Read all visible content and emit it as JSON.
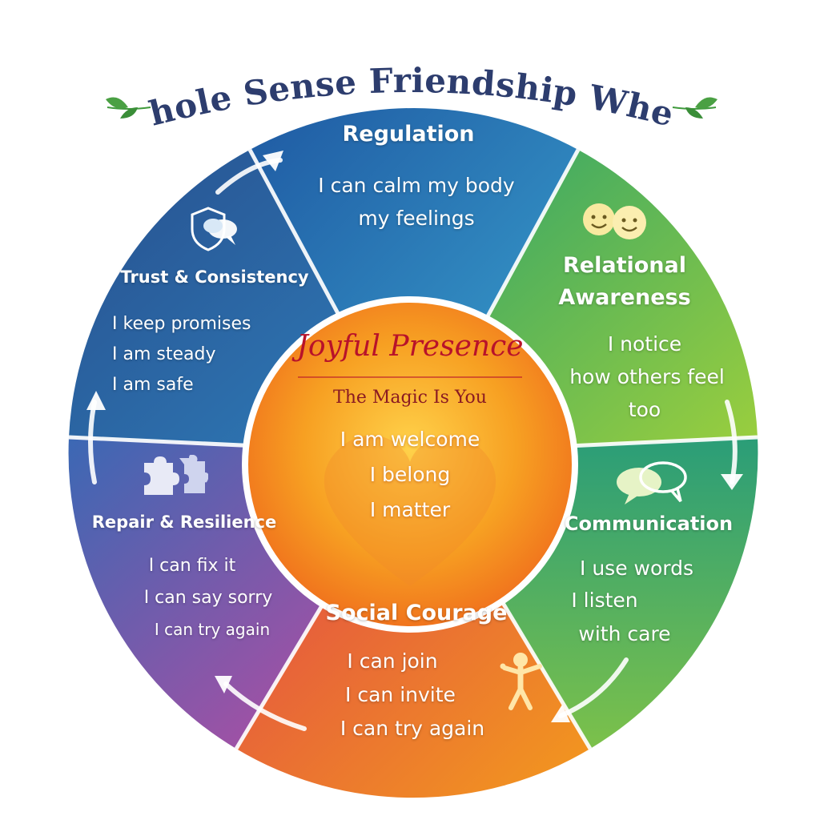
{
  "title": "Whole Sense Friendship Wheel",
  "center": {
    "title": "Joyful Presence",
    "subtitle": "The Magic Is You",
    "lines": [
      "I am welcome",
      "I belong",
      "I matter"
    ]
  },
  "segments": [
    {
      "title": "Regulation",
      "lines": [
        "I can calm my body",
        "my feelings"
      ],
      "icon": "none"
    },
    {
      "title": "Relational Awareness",
      "title_lines": [
        "Relational",
        "Awareness"
      ],
      "lines": [
        "I notice",
        "how others feel",
        "too"
      ],
      "icon": "two-faces-icon"
    },
    {
      "title": "Communication",
      "lines": [
        "I use words",
        "I listen",
        "with care"
      ],
      "icon": "speech-bubbles-icon"
    },
    {
      "title": "Social Courage",
      "lines": [
        "I can join",
        "I can invite",
        "I can try again"
      ],
      "icon": "child-figure-icon"
    },
    {
      "title": "Repair & Resilience",
      "lines": [
        "I can fix it",
        "I can say sorry",
        "I can try again"
      ],
      "icon": "puzzle-icon"
    },
    {
      "title": "Trust & Consistency",
      "lines": [
        "I keep promises",
        "I am steady",
        "I am safe"
      ],
      "icon": "shield-chat-icon"
    }
  ],
  "colors": {
    "title": "#2d3d6e",
    "center_title": "#b8122a",
    "leaf": "#3f9a3c",
    "regulation": "#2f6fb0",
    "relational": "#49a84a",
    "communication": "#23997a",
    "social": "#e9552c",
    "repair": "#5a4fa8",
    "trust": "#2a5f9e",
    "center": "#f59a1c"
  }
}
